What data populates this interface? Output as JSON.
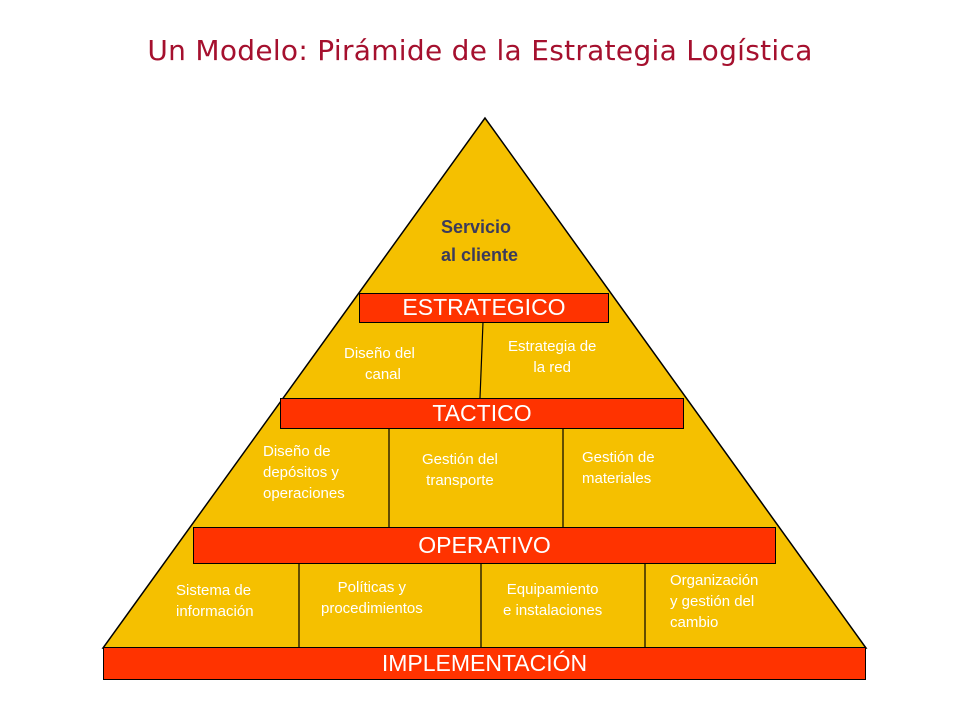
{
  "title": "Un Modelo: Pirámide de la Estrategia Logística",
  "colors": {
    "pyramid_fill": "#f5c000",
    "band_fill": "#ff3300",
    "title_color": "#a5102e",
    "text_light": "#ffffff",
    "text_dark": "#3b3b5c"
  },
  "top": {
    "line1": "Servicio",
    "line2": "al cliente"
  },
  "levels": {
    "estrategico": "ESTRATEGICO",
    "tactico": "TACTICO",
    "operativo": "OPERATIVO",
    "implementacion": "IMPLEMENTACIÓN"
  },
  "estrategico_items": [
    {
      "line1": "Diseño del",
      "line2": "canal"
    },
    {
      "line1": "Estrategia de",
      "line2": "la red"
    }
  ],
  "tactico_items": [
    {
      "line1": "Diseño de",
      "line2": "depósitos y",
      "line3": "operaciones"
    },
    {
      "line1": "Gestión del",
      "line2": "transporte"
    },
    {
      "line1": "Gestión de",
      "line2": "materiales"
    }
  ],
  "operativo_items": [
    {
      "line1": "Sistema de",
      "line2": "información"
    },
    {
      "line1": "Políticas y",
      "line2": "procedimientos"
    },
    {
      "line1": "Equipamiento",
      "line2": "e instalaciones"
    },
    {
      "line1": "Organización",
      "line2": "y gestión del",
      "line3": "cambio"
    }
  ]
}
